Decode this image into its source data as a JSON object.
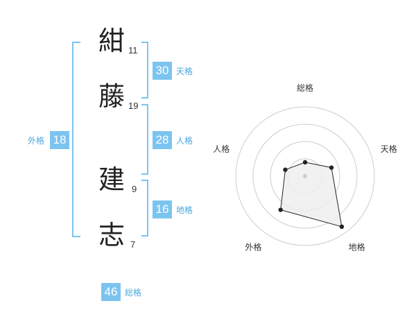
{
  "name": {
    "chars": [
      {
        "char": "紺",
        "strokes": "11"
      },
      {
        "char": "藤",
        "strokes": "19"
      },
      {
        "char": "建",
        "strokes": "9"
      },
      {
        "char": "志",
        "strokes": "7"
      }
    ]
  },
  "scores": {
    "tenkaku": {
      "value": "30",
      "label": "天格"
    },
    "jinkaku": {
      "value": "28",
      "label": "人格"
    },
    "chikaku": {
      "value": "16",
      "label": "地格"
    },
    "gaikaku": {
      "value": "18",
      "label": "外格"
    },
    "soukaku": {
      "value": "46",
      "label": "総格"
    }
  },
  "chart_data": {
    "type": "radar",
    "axes": [
      "総格",
      "天格",
      "地格",
      "外格",
      "人格"
    ],
    "values": [
      0.2,
      0.4,
      0.9,
      0.6,
      0.3
    ],
    "rings": 4,
    "range": [
      0,
      1
    ],
    "colors": {
      "fill": "#eeeeee",
      "stroke": "#222222",
      "ring": "#cccccc",
      "point": "#222222",
      "center": "#cccccc"
    }
  },
  "colors": {
    "accent": "#7cc4f0",
    "accent_text": "#4aa8e0"
  }
}
